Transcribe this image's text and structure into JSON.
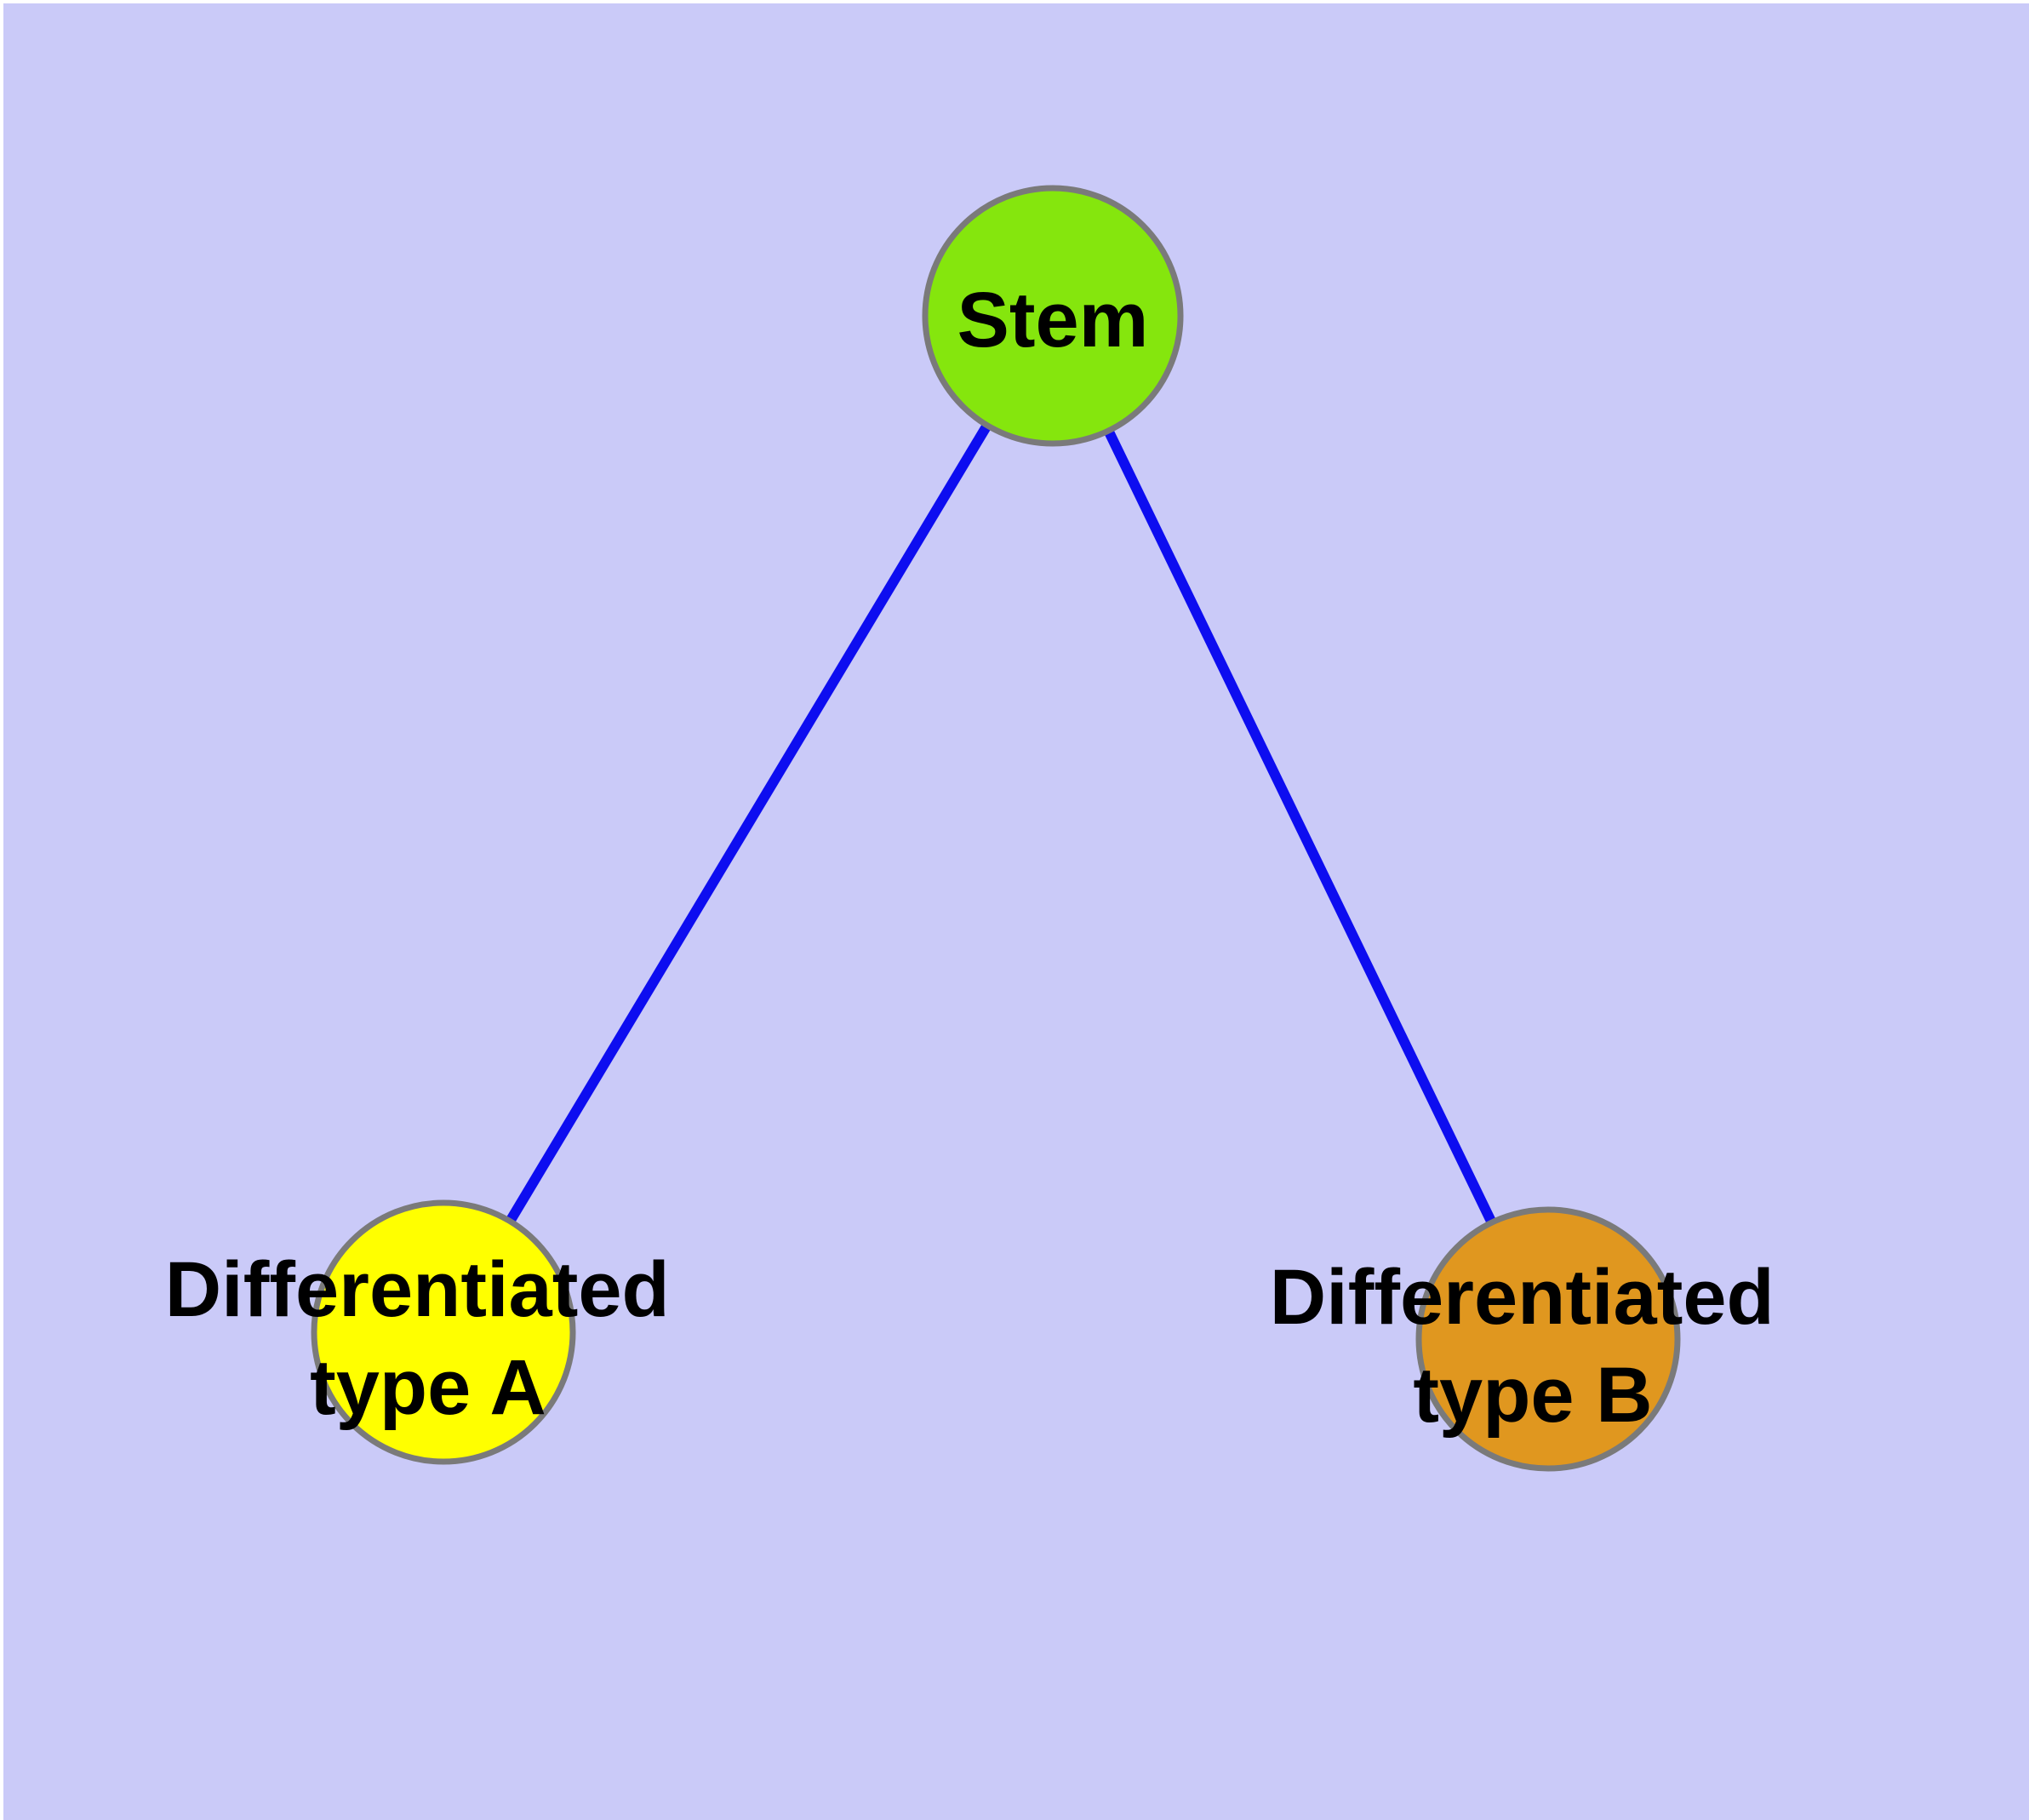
{
  "canvas": {
    "frame_color": "#ffffff",
    "panel_color": "#cacaf8"
  },
  "graph": {
    "text_color": "#000000",
    "node_border_color": "#7a7a7a",
    "edge_color": "#0d0df0",
    "nodes": [
      {
        "id": "stem",
        "label": "Stem",
        "fill": "#85e60d"
      },
      {
        "id": "differentiated-type-a",
        "label": "Differentiated type A",
        "lines": [
          "Differentiated",
          "type A"
        ],
        "fill": "#ffff00"
      },
      {
        "id": "differentiated-type-b",
        "label": "Differentiated type B",
        "lines": [
          "Differentiated",
          "type B"
        ],
        "fill": "#e0971f"
      }
    ],
    "edges": [
      {
        "from": "Stem",
        "to": "Differentiated type A"
      },
      {
        "from": "Stem",
        "to": "Differentiated type B"
      }
    ]
  }
}
